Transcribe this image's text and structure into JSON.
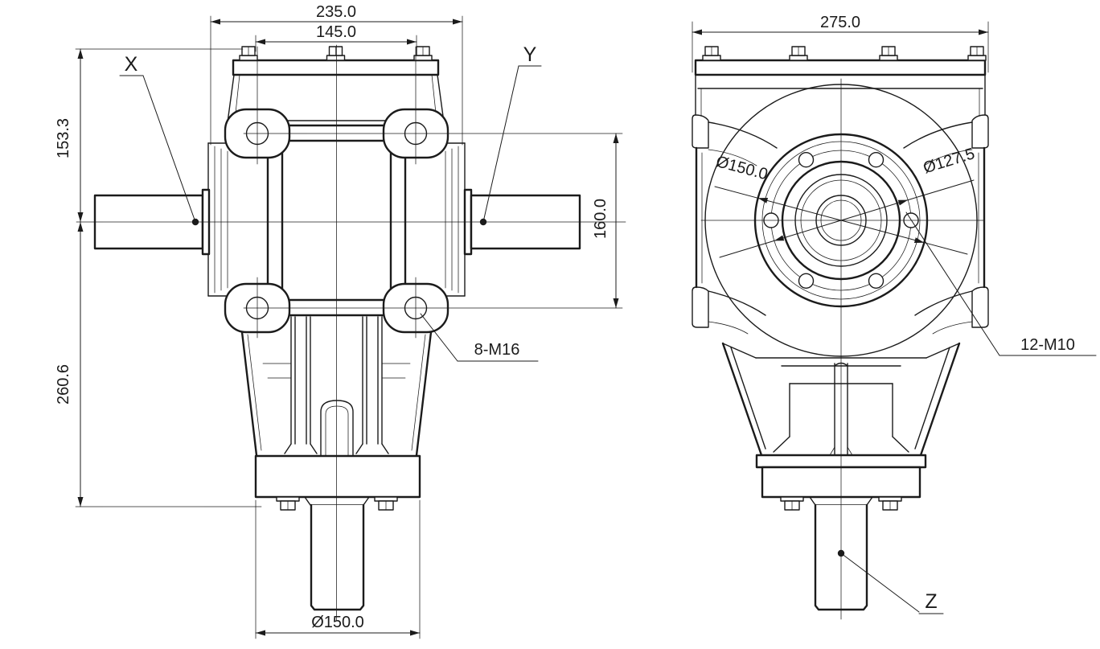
{
  "drawing": {
    "background": "#ffffff",
    "line_color": "#1b1b1b",
    "front_view": {
      "dim_overall_width": "235.0",
      "dim_bolt_spacing_horizontal": "145.0",
      "dim_top_to_shaft_axis": "153.3",
      "dim_shaft_axis_to_output_flange": "260.6",
      "dim_bolt_spacing_vertical": "160.0",
      "label_left_shaft": "X",
      "label_right_shaft": "Y",
      "callout_mounting_thread": "8-M16",
      "dim_output_flange_diameter": "Ø150.0"
    },
    "side_view": {
      "dim_overall_width": "275.0",
      "dim_flange_diameter": "Ø150.0",
      "dim_bolt_circle_diameter": "Ø127.5",
      "callout_flange_thread": "12-M10",
      "label_output_shaft": "Z"
    }
  }
}
